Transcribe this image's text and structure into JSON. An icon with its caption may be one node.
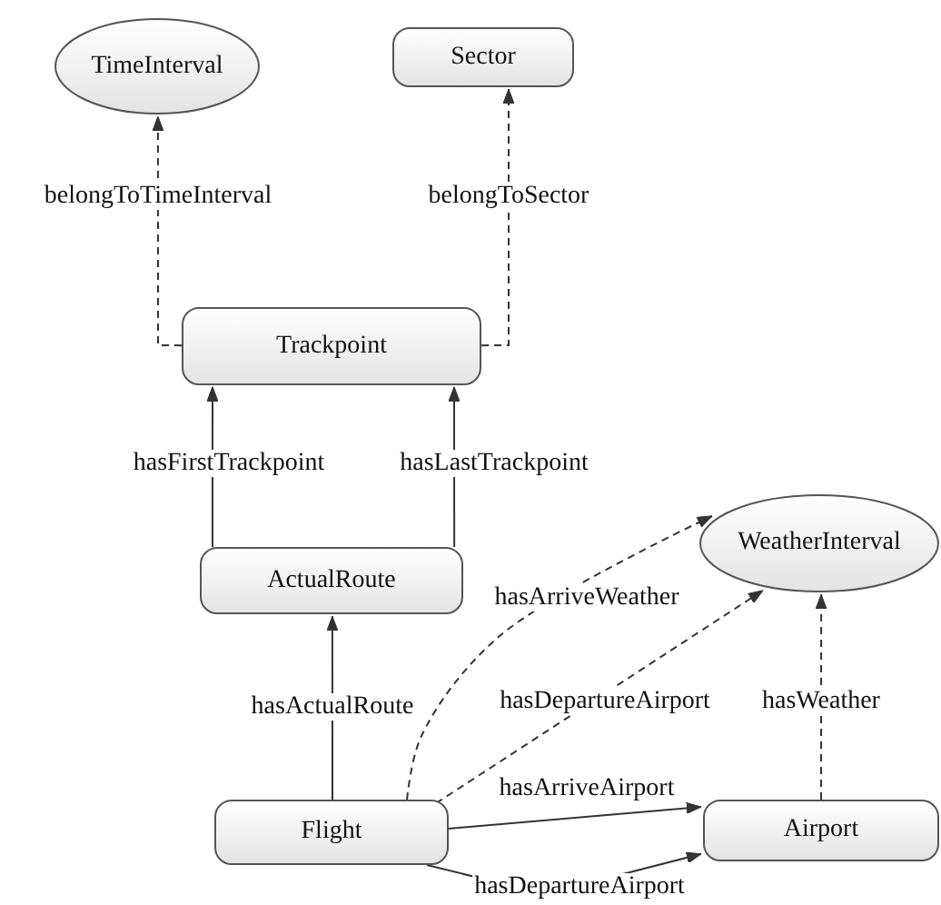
{
  "diagram": {
    "nodes": [
      {
        "text": [
          "TimeInterval"
        ]
      },
      {
        "text": [
          "Sector"
        ]
      },
      {
        "text": [
          "Trackpoint"
        ]
      },
      {
        "text": [
          "WeatherInterval"
        ]
      },
      {
        "text": [
          "ActualRoute"
        ]
      },
      {
        "text": [
          "Flight"
        ]
      },
      {
        "text": [
          "Airport"
        ]
      }
    ],
    "edges": [
      {
        "from": 2,
        "to": 0,
        "arrow": "to",
        "style": "dashed",
        "label": "belongToTimeInterval"
      },
      {
        "from": 2,
        "to": 1,
        "arrow": "to",
        "style": "dashed",
        "label": "belongToSector"
      },
      {
        "from": 4,
        "to": 2,
        "arrow": "to",
        "label": "hasFirstTrackpoint"
      },
      {
        "from": 4,
        "to": 2,
        "arrow": "to",
        "label": "hasLastTrackpoint"
      },
      {
        "from": 5,
        "to": 4,
        "arrow": "to",
        "label": "hasActualRoute"
      },
      {
        "from": 5,
        "to": 3,
        "arrow": "to",
        "style": "dashed",
        "label": "hasArriveWeather"
      },
      {
        "from": 5,
        "to": 3,
        "arrow": "to",
        "style": "dashed",
        "label": "hasDepartureAirport"
      },
      {
        "from": 5,
        "to": 6,
        "arrow": "to",
        "label": "hasArriveAirport"
      },
      {
        "from": 5,
        "to": 6,
        "arrow": "to",
        "label": "hasDepartureAirport"
      },
      {
        "from": 6,
        "to": 3,
        "arrow": "to",
        "style": "dashed",
        "label": "hasWeather"
      }
    ]
  }
}
